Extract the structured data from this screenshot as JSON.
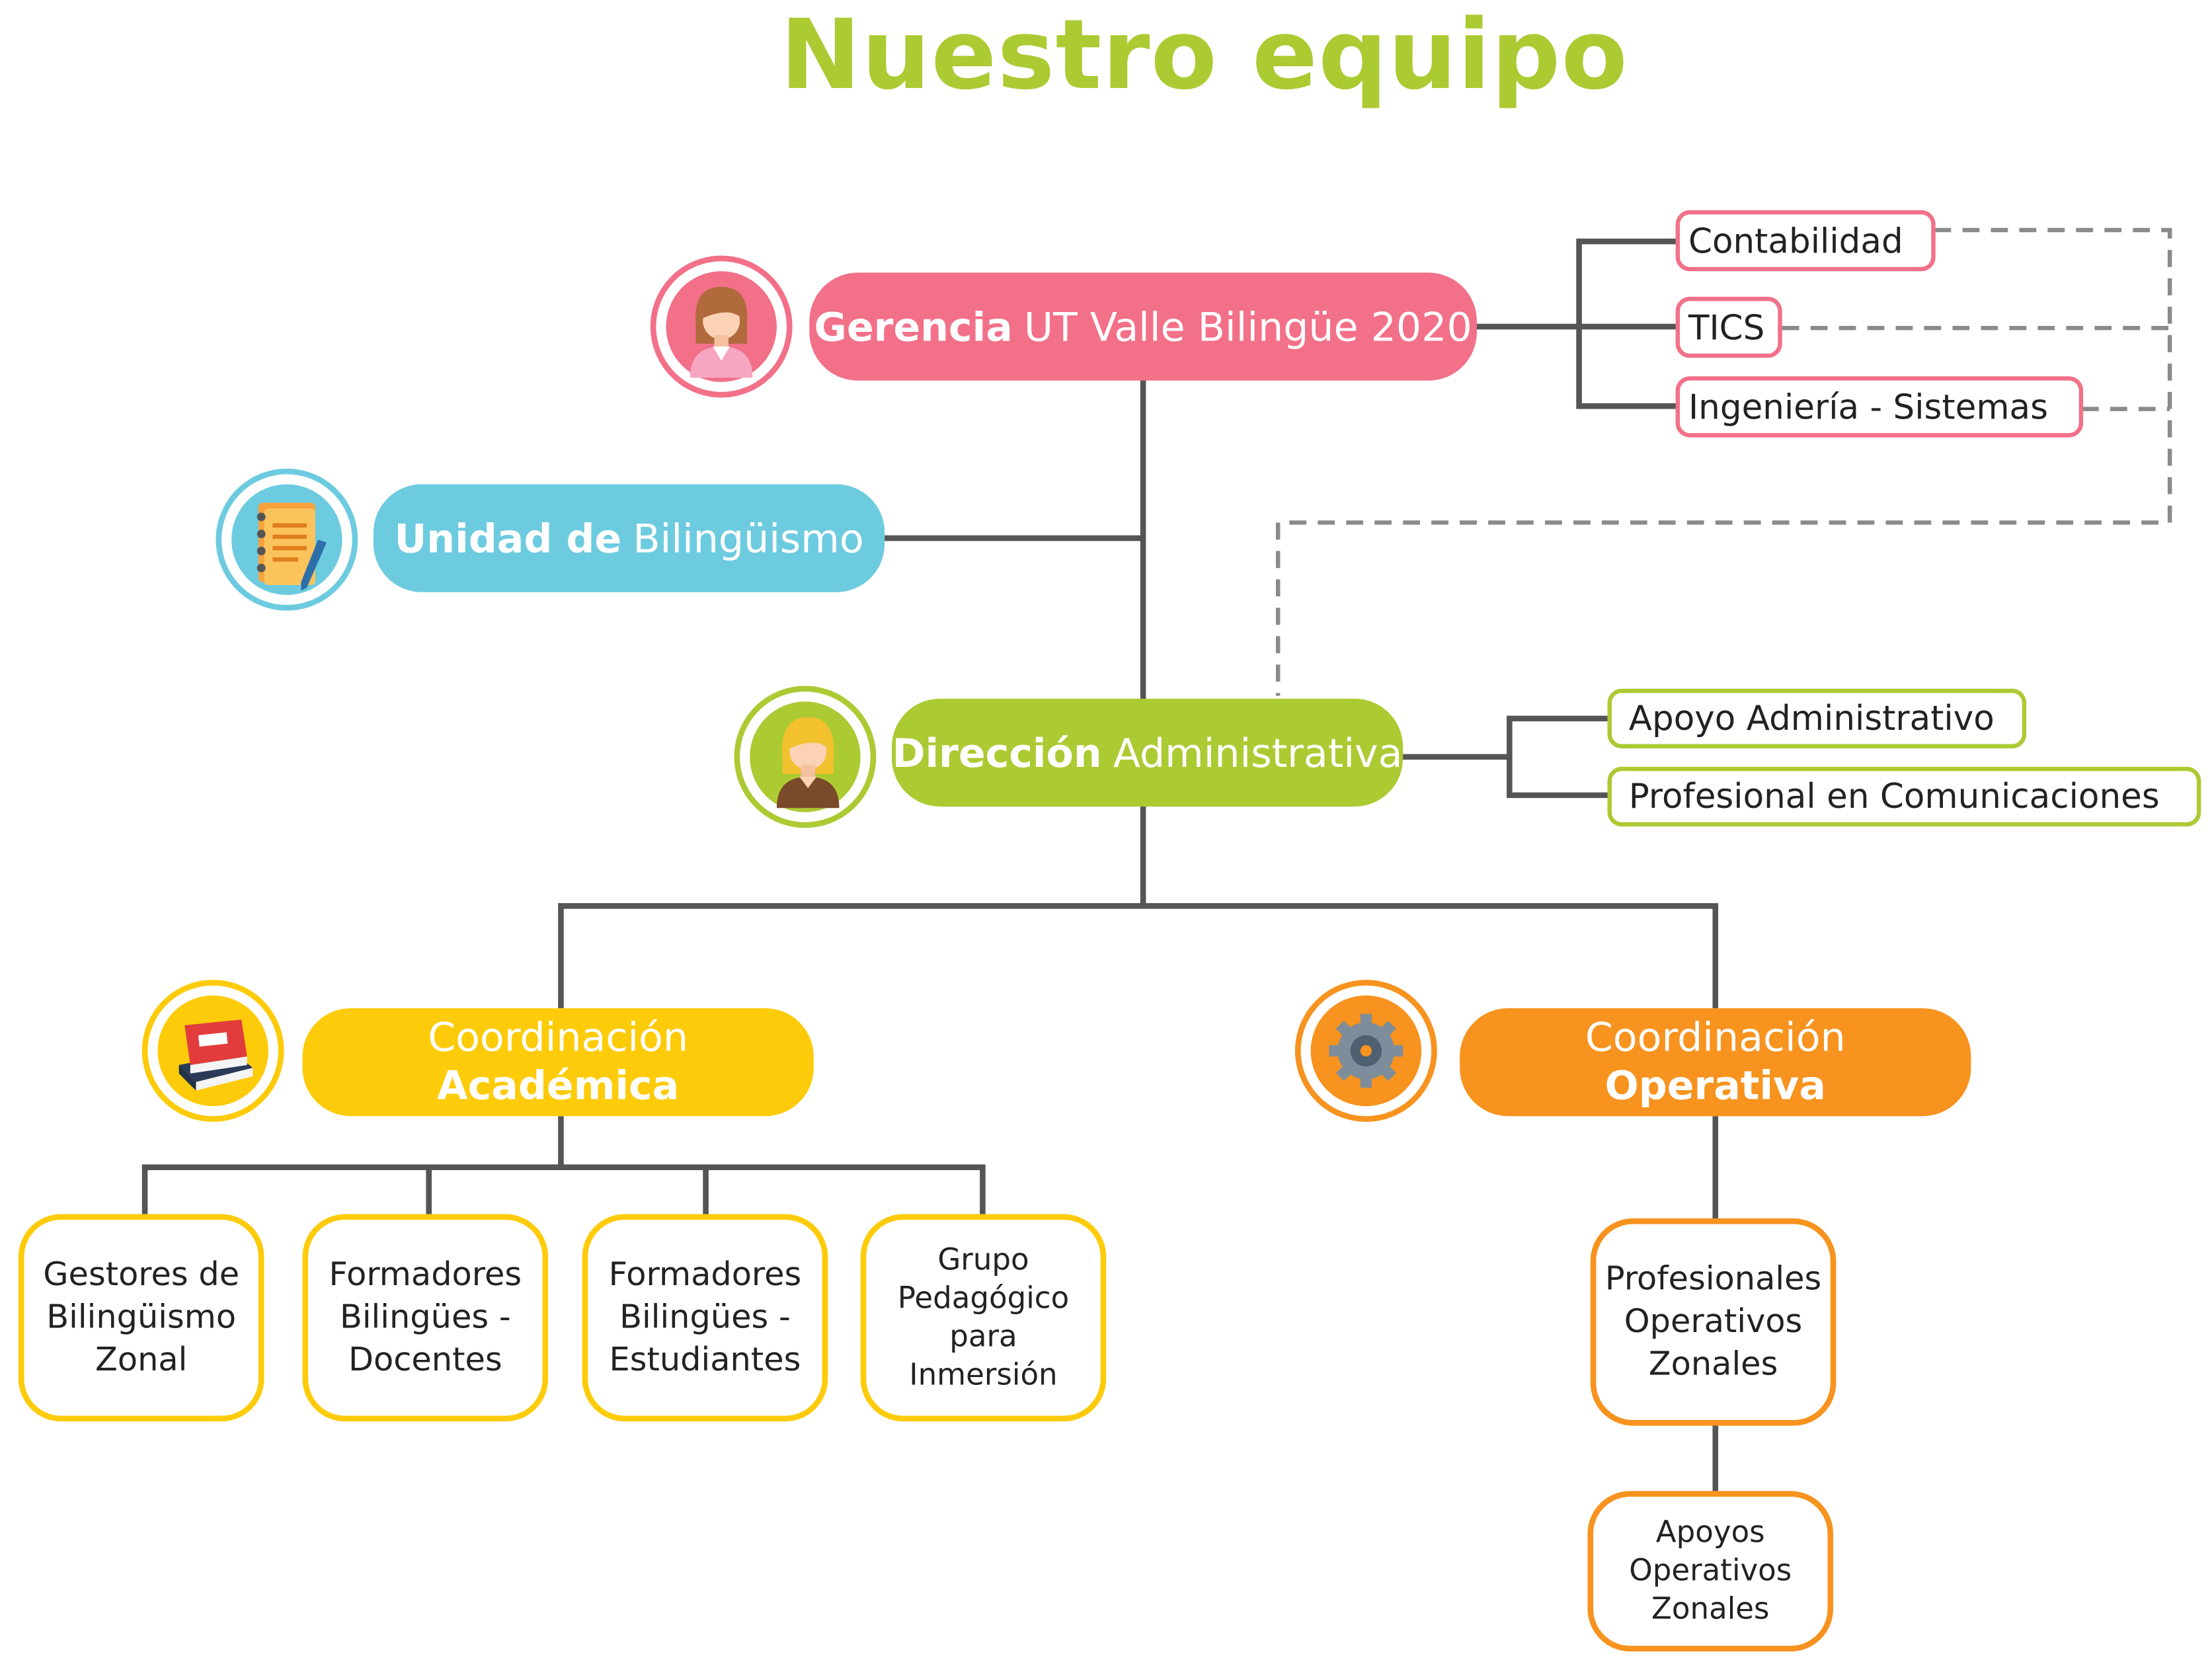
{
  "title": "Nuestro equipo",
  "colors": {
    "pink": "#f27088",
    "blue": "#6dcbe0",
    "green": "#acca32",
    "yellow": "#fdcb0a",
    "orange": "#f7931e",
    "line": "#555555",
    "dashed": "#8a8a8a"
  },
  "gerencia": {
    "bold": "Gerencia",
    "rest": "UT Valle Bilingüe 2020",
    "icon": "woman-avatar-icon"
  },
  "gerencia_units": [
    "Contabilidad",
    "TICS",
    "Ingeniería - Sistemas"
  ],
  "unidad": {
    "bold": "Unidad de",
    "rest": "Bilingüismo",
    "icon": "notepad-icon"
  },
  "direccion": {
    "bold": "Dirección",
    "rest": "Administrativa",
    "icon": "woman-blonde-avatar-icon"
  },
  "direccion_units": [
    "Apoyo Administrativo",
    "Profesional en Comunicaciones"
  ],
  "academica": {
    "line1": "Coordinación",
    "line2": "Académica",
    "icon": "books-icon"
  },
  "operativa": {
    "line1": "Coordinación",
    "line2": "Operativa",
    "icon": "gear-icon"
  },
  "academica_children": [
    [
      "Gestores de",
      "Bilingüismo",
      "Zonal"
    ],
    [
      "Formadores",
      "Bilingües -",
      "Docentes"
    ],
    [
      "Formadores",
      "Bilingües -",
      "Estudiantes"
    ],
    [
      "Grupo",
      "Pedagógico",
      "para",
      "Inmersión"
    ]
  ],
  "operativa_children": [
    [
      "Profesionales",
      "Operativos",
      "Zonales"
    ],
    [
      "Apoyos",
      "Operativos",
      "Zonales"
    ]
  ]
}
